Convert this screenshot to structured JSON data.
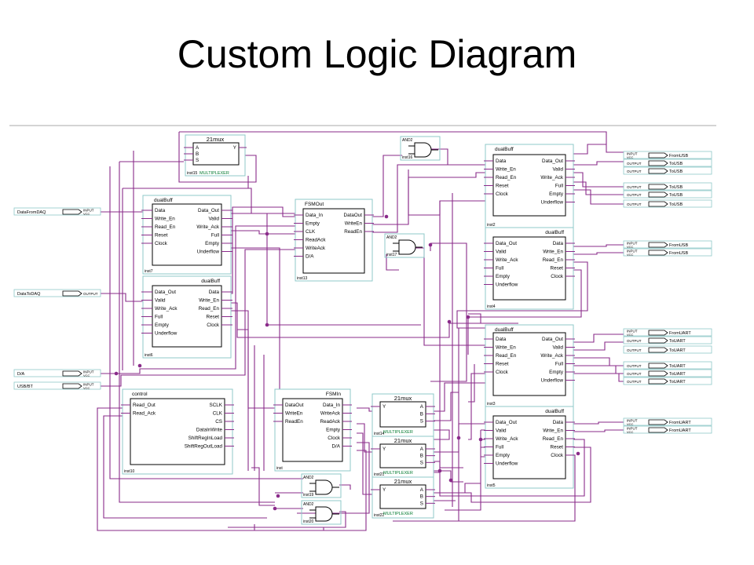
{
  "title": "Custom Logic Diagram",
  "colors": {
    "wire": "#8a2b8a",
    "block_border": "#000000",
    "inst_border": "#8fc9c9",
    "mux_label": "#007a2e",
    "text": "#000000",
    "divider": "#a8a8a8"
  },
  "blocks": [
    {
      "id": "mux15",
      "title": "21mux",
      "inst": "inst15",
      "footer": "MULTIPLEXER",
      "left": [
        "A",
        "B",
        "S"
      ],
      "right": [
        "Y"
      ]
    },
    {
      "id": "dualbuff7",
      "title": "dualBuff",
      "inst": "inst7",
      "left": [
        "Data",
        "Write_En",
        "Read_En",
        "Reset",
        "Clock"
      ],
      "right": [
        "Data_Out",
        "Valid",
        "Write_Ack",
        "Full",
        "Empty",
        "Underflow"
      ]
    },
    {
      "id": "dualbuff6",
      "title": "dualBuff",
      "inst": "inst6",
      "left": [
        "Data_Out",
        "Valid",
        "Write_Ack",
        "Full",
        "Empty",
        "Underflow"
      ],
      "right": [
        "Data",
        "Write_En",
        "Read_En",
        "Reset",
        "Clock"
      ]
    },
    {
      "id": "fsmout",
      "title": "FSMOut",
      "inst": "inst13",
      "left": [
        "Data_In",
        "Empty",
        "CLK",
        "ReadAck",
        "WriteAck",
        "D/A"
      ],
      "right": [
        "DataOut",
        "WriteEn",
        "ReadEn"
      ]
    },
    {
      "id": "dualbuff2",
      "title": "dualBuff",
      "inst": "inst2",
      "left": [
        "Data",
        "Write_En",
        "Read_En",
        "Reset",
        "Clock"
      ],
      "right": [
        "Data_Out",
        "Valid",
        "Write_Ack",
        "Full",
        "Empty",
        "Underflow"
      ]
    },
    {
      "id": "dualbuff4",
      "title": "dualBuff",
      "inst": "inst4",
      "left": [
        "Data_Out",
        "Valid",
        "Write_Ack",
        "Full",
        "Empty",
        "Underflow"
      ],
      "right": [
        "Data",
        "Write_En",
        "Read_En",
        "Reset",
        "Clock"
      ]
    },
    {
      "id": "dualbuff3",
      "title": "dualBuff",
      "inst": "inst3",
      "left": [
        "Data",
        "Write_En",
        "Read_En",
        "Reset",
        "Clock"
      ],
      "right": [
        "Data_Out",
        "Valid",
        "Write_Ack",
        "Full",
        "Empty",
        "Underflow"
      ]
    },
    {
      "id": "dualbuff5",
      "title": "dualBuff",
      "inst": "inst5",
      "left": [
        "Data_Out",
        "Valid",
        "Write_Ack",
        "Full",
        "Empty",
        "Underflow"
      ],
      "right": [
        "Data",
        "Write_En",
        "Read_En",
        "Reset",
        "Clock"
      ]
    },
    {
      "id": "control",
      "title": "control",
      "inst": "inst10",
      "left": [
        "Read_Out",
        "Read_Ack"
      ],
      "right": [
        "SCLK",
        "CLK",
        "CS",
        "DataInWrite",
        "ShiftRegInLoad",
        "ShiftRegOutLoad"
      ]
    },
    {
      "id": "fsmin",
      "title": "FSMIn",
      "inst": "inst",
      "left": [
        "DataOut",
        "WriteEn",
        "ReadEn"
      ],
      "right": [
        "Data_In",
        "WriteAck",
        "ReadAck",
        "Empty",
        "Clock",
        "D/A"
      ]
    },
    {
      "id": "mux14",
      "title": "21mux",
      "inst": "inst14",
      "footer": "MULTIPLEXER",
      "left": [
        "Y"
      ],
      "right": [
        "A",
        "B",
        "S"
      ]
    },
    {
      "id": "mux21",
      "title": "21mux",
      "inst": "inst21",
      "footer": "MULTIPLEXER",
      "left": [
        "Y"
      ],
      "right": [
        "A",
        "B",
        "S"
      ]
    },
    {
      "id": "mux22",
      "title": "21mux",
      "inst": "inst22",
      "footer": "MULTIPLEXER",
      "left": [
        "Y"
      ],
      "right": [
        "A",
        "B",
        "S"
      ]
    }
  ],
  "gates": [
    {
      "id": "and16",
      "type": "AND2",
      "inst": "inst16"
    },
    {
      "id": "and17",
      "type": "AND2",
      "inst": "inst17"
    },
    {
      "id": "and19",
      "type": "AND2",
      "inst": "inst19"
    },
    {
      "id": "and20",
      "type": "AND2",
      "inst": "inst20"
    }
  ],
  "left_ports": [
    {
      "name": "DataFromDAQ",
      "kind": "INPUT",
      "sub": "VCC"
    },
    {
      "name": "DataToDAQ",
      "kind": "OUTPUT",
      "sub": ""
    },
    {
      "name": "D/A",
      "kind": "INPUT",
      "sub": "VCC"
    },
    {
      "name": "USB/BT",
      "kind": "INPUT",
      "sub": "VCC"
    }
  ],
  "right_ports": [
    {
      "name": "FromUSB",
      "kind": "INPUT",
      "sub": "VCC"
    },
    {
      "name": "ToUSB",
      "kind": "OUTPUT",
      "sub": ""
    },
    {
      "name": "ToUSB",
      "kind": "OUTPUT",
      "sub": ""
    },
    {
      "name": "ToUSB",
      "kind": "OUTPUT",
      "sub": ""
    },
    {
      "name": "ToUSB",
      "kind": "OUTPUT",
      "sub": ""
    },
    {
      "name": "ToUSB",
      "kind": "OUTPUT",
      "sub": ""
    },
    {
      "name": "FromUSB",
      "kind": "INPUT",
      "sub": "VCC"
    },
    {
      "name": "FromUSB",
      "kind": "INPUT",
      "sub": "VCC"
    },
    {
      "name": "FromUART",
      "kind": "INPUT",
      "sub": "VCC"
    },
    {
      "name": "ToUART",
      "kind": "OUTPUT",
      "sub": ""
    },
    {
      "name": "ToUART",
      "kind": "OUTPUT",
      "sub": ""
    },
    {
      "name": "ToUART",
      "kind": "OUTPUT",
      "sub": ""
    },
    {
      "name": "ToUART",
      "kind": "OUTPUT",
      "sub": ""
    },
    {
      "name": "ToUART",
      "kind": "OUTPUT",
      "sub": ""
    },
    {
      "name": "FromUART",
      "kind": "INPUT",
      "sub": "VCC"
    },
    {
      "name": "FromUART",
      "kind": "INPUT",
      "sub": "VCC"
    }
  ]
}
